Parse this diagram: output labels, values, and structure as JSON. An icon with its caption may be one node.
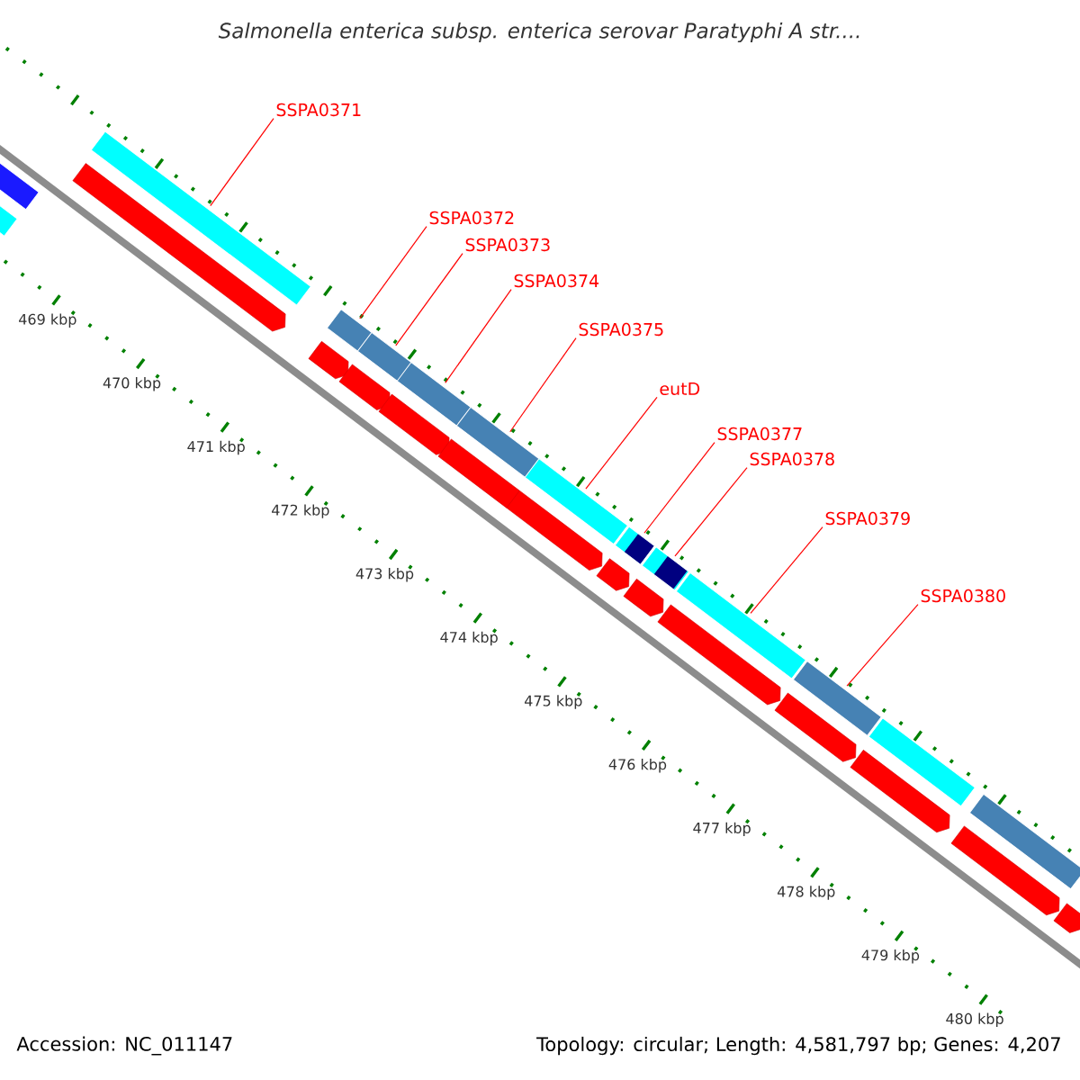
{
  "diagram": {
    "title": "Salmonella enterica subsp. enterica serovar Paratyphi A str....",
    "nodes": [
      {
        "text": [
          "SSPA0371"
        ]
      },
      {
        "text": [
          "SSPA0372"
        ]
      },
      {
        "text": [
          "SSPA0373"
        ]
      },
      {
        "text": [
          "SSPA0374"
        ]
      },
      {
        "text": [
          "SSPA0375"
        ]
      },
      {
        "text": [
          "eutD"
        ]
      },
      {
        "text": [
          "SSPA0377"
        ]
      },
      {
        "text": [
          "SSPA0378"
        ]
      },
      {
        "text": [
          "SSPA0379"
        ]
      },
      {
        "text": [
          "SSPA0380"
        ]
      },
      {
        "text": [],
        "shape": "box"
      },
      {
        "text": [],
        "shape": "box"
      },
      {
        "text": [],
        "shape": "box"
      },
      {
        "text": [],
        "shape": "box"
      },
      {
        "text": [],
        "shape": "box"
      },
      {
        "text": [],
        "shape": "box"
      },
      {
        "text": [],
        "shape": "box"
      },
      {
        "text": [],
        "shape": "box"
      },
      {
        "text": [],
        "shape": "box"
      },
      {
        "text": [],
        "shape": "box"
      },
      {
        "text": [],
        "shape": "box"
      },
      {
        "text": [],
        "shape": "box"
      },
      {
        "text": [],
        "shape": "box"
      },
      {
        "text": [],
        "shape": "box"
      },
      {
        "text": [],
        "shape": "bar"
      },
      {
        "text": [],
        "shape": "bar"
      },
      {
        "text": [],
        "shape": "bar"
      },
      {
        "text": [],
        "shape": "bar"
      },
      {
        "text": [],
        "shape": "bar"
      },
      {
        "text": [],
        "shape": "bar"
      },
      {
        "text": [],
        "shape": "bar"
      },
      {
        "text": [],
        "shape": "bar"
      },
      {
        "text": [],
        "shape": "bar"
      },
      {
        "text": [],
        "shape": "bar"
      },
      {
        "text": [],
        "shape": "bar"
      },
      {
        "text": [],
        "shape": "bar"
      },
      {
        "text": [],
        "shape": "bar"
      }
    ],
    "edges": [
      {
        "from": 0,
        "to": 10,
        "arrow": "none"
      },
      {
        "from": 1,
        "to": 11,
        "arrow": "none"
      },
      {
        "from": 2,
        "to": 12,
        "arrow": "none"
      },
      {
        "from": 3,
        "to": 13,
        "arrow": "none"
      },
      {
        "from": 4,
        "to": 14,
        "arrow": "none"
      },
      {
        "from": 5,
        "to": 15,
        "arrow": "none"
      },
      {
        "from": 6,
        "to": 16,
        "arrow": "none"
      },
      {
        "from": 7,
        "to": 17,
        "arrow": "none"
      },
      {
        "from": 8,
        "to": 18,
        "arrow": "none"
      },
      {
        "from": 9,
        "to": 19,
        "arrow": "none"
      }
    ],
    "labels": [
      "469 kbp",
      "470 kbp",
      "471 kbp",
      "472 kbp",
      "473 kbp",
      "474 kbp",
      "475 kbp",
      "476 kbp",
      "477 kbp",
      "478 kbp",
      "479 kbp",
      "480 kbp",
      "Accession: NC_011147",
      "Topology: circular; Length: 4,581,797 bp; Genes: 4,207"
    ]
  }
}
